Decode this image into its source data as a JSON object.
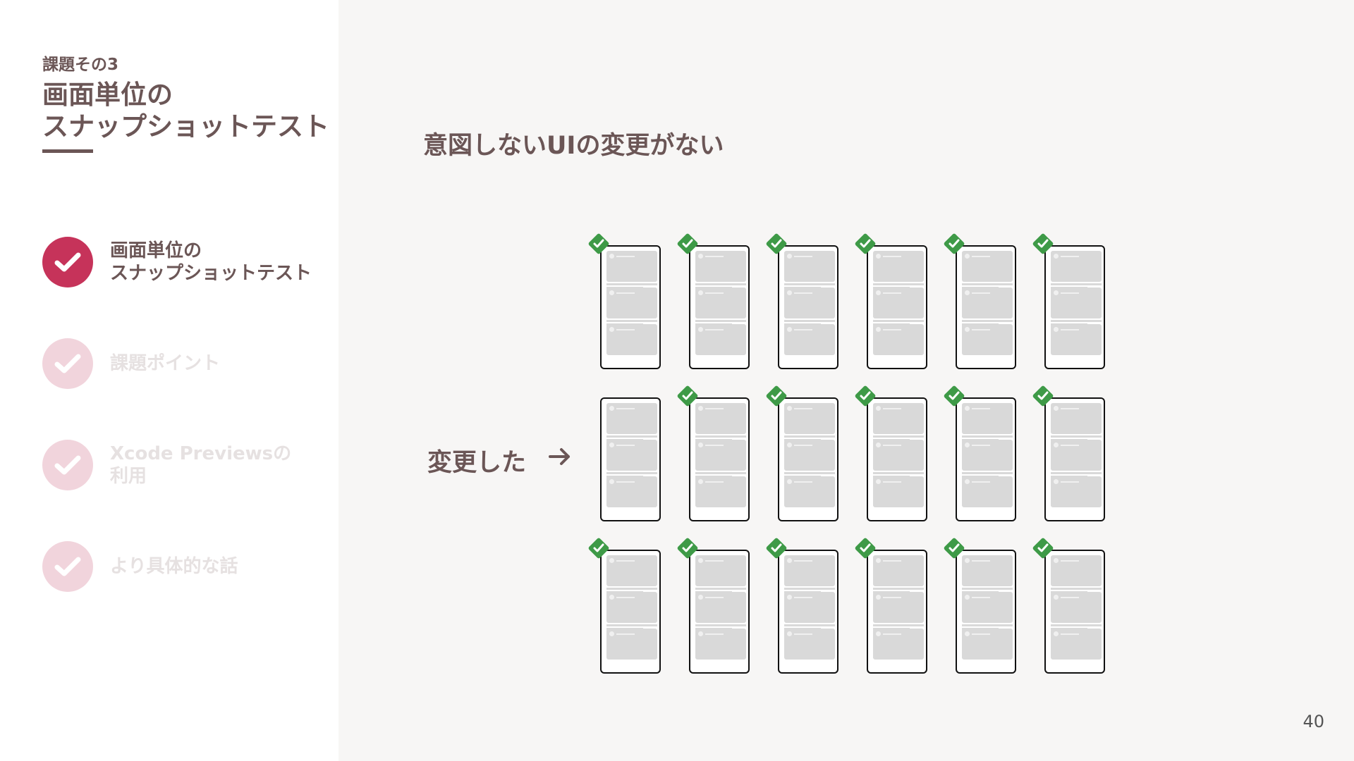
{
  "sidebar": {
    "kicker": "課題その3",
    "title_line1": "画面単位の",
    "title_line2": "スナップショットテスト",
    "agenda": [
      {
        "line1": "画面単位の",
        "line2": "スナップショットテスト",
        "state": "active"
      },
      {
        "line1": "課題ポイント",
        "line2": "",
        "state": "inactive"
      },
      {
        "line1": "Xcode Previewsの",
        "line2": "利用",
        "state": "inactive"
      },
      {
        "line1": "より具体的な話",
        "line2": "",
        "state": "inactive"
      }
    ]
  },
  "main": {
    "headline": "意図しないUIの変更がない",
    "changed_label": "変更した",
    "grid": {
      "rows": 3,
      "columns": 6,
      "unchecked": [
        [
          1,
          0
        ]
      ]
    }
  },
  "colors": {
    "accent": "#c6335a",
    "accent_dim": "#f1d4dc",
    "check_green": "#3e9a47",
    "text": "#6b5656"
  },
  "icons": {
    "agenda": "checkmark-circle-icon",
    "badge": "green-check-badge-icon",
    "arrow": "right-arrow-icon"
  },
  "page_number": "40"
}
